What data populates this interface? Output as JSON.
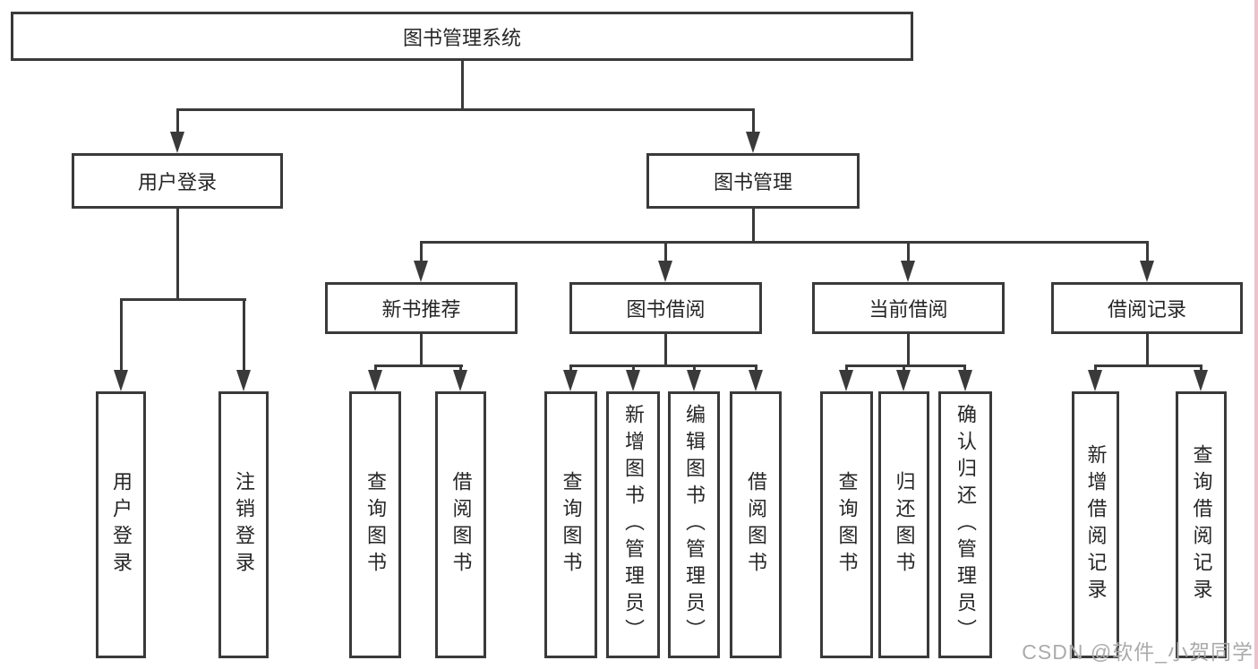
{
  "tree": {
    "root": {
      "label": "图书管理系统"
    },
    "children": [
      {
        "label": "用户登录",
        "children": [
          "用户登录",
          "注销登录"
        ]
      },
      {
        "label": "图书管理",
        "children": [
          {
            "label": "新书推荐",
            "children": [
              "查询图书",
              "借阅图书"
            ]
          },
          {
            "label": "图书借阅",
            "children": [
              "查询图书",
              "新增图书（管理员）",
              "编辑图书（管理员）",
              "借阅图书"
            ]
          },
          {
            "label": "当前借阅",
            "children": [
              "查询图书",
              "归还图书",
              "确认归还（管理员）"
            ]
          },
          {
            "label": "借阅记录",
            "children": [
              "新增借阅记录",
              "查询借阅记录"
            ]
          }
        ]
      }
    ]
  },
  "watermark": "CSDN @软件_小贺同学",
  "colors": {
    "line": "#3a3a3a",
    "text": "#262626",
    "background": "#ffffff",
    "watermark": "#ababab",
    "edge_strip": "#f2bfca"
  }
}
